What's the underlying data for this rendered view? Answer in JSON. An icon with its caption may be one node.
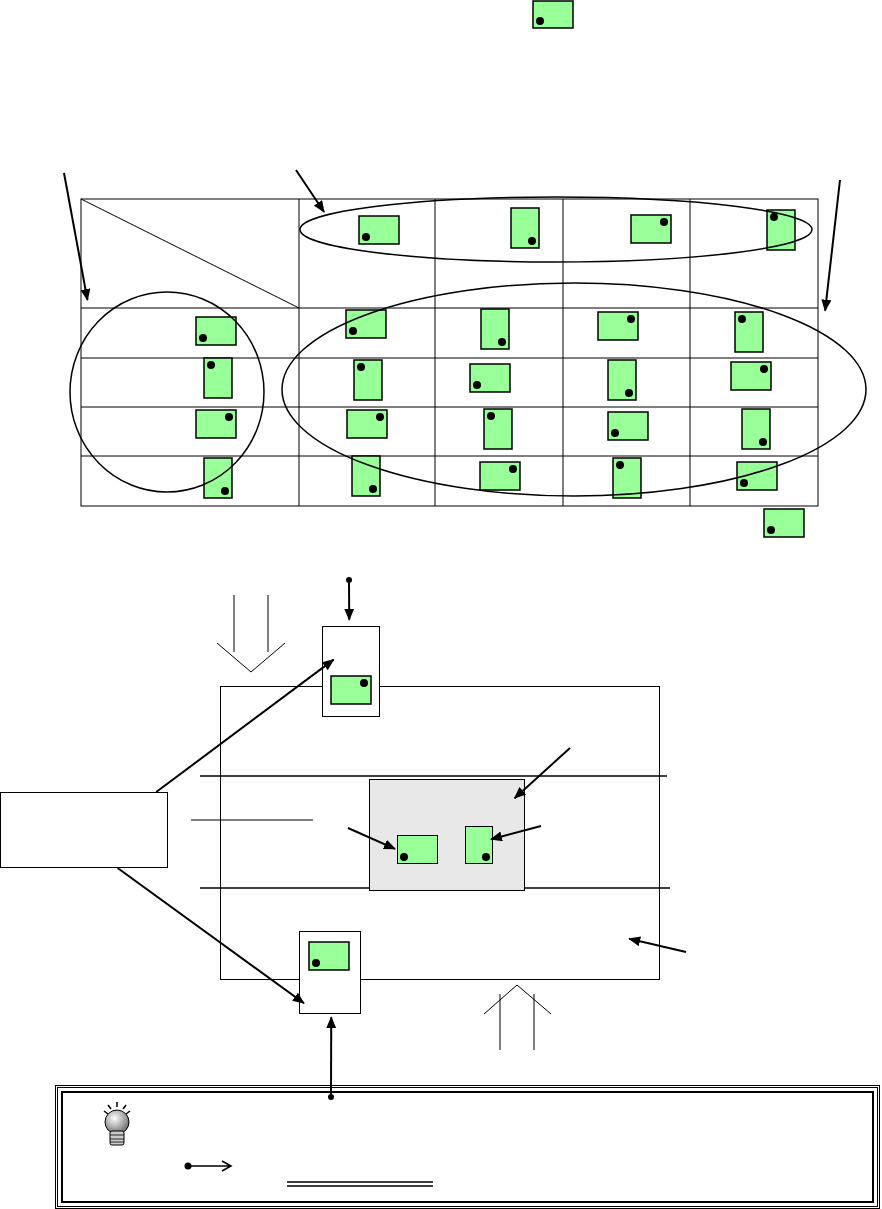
{
  "diagram": {
    "nodes": [
      {
        "text": [],
        "shape": "circle"
      },
      {
        "text": [],
        "shape": "ellipse"
      },
      {
        "text": [],
        "shape": "ellipse"
      },
      {
        "text": [],
        "shape": "box"
      },
      {
        "text": [],
        "shape": "box"
      },
      {
        "text": [],
        "shape": "box",
        "in": 3
      },
      {
        "text": [],
        "shape": "box",
        "in": 5
      },
      {
        "text": [],
        "shape": "box",
        "in": 5
      },
      {
        "text": [],
        "shape": "box"
      },
      {
        "text": [],
        "shape": "box"
      },
      {
        "text": [],
        "shape": "dot"
      },
      {
        "text": [],
        "shape": "dot"
      }
    ],
    "edges": [
      {
        "from": null,
        "to": 0,
        "arrow": "to"
      },
      {
        "from": null,
        "to": 1,
        "arrow": "to"
      },
      {
        "from": null,
        "to": 2,
        "arrow": "to"
      },
      {
        "from": 9,
        "to": 4,
        "arrow": "to"
      },
      {
        "from": 9,
        "to": 8,
        "arrow": "to"
      },
      {
        "from": 10,
        "to": 4,
        "arrow": "to"
      },
      {
        "from": 11,
        "to": 8,
        "arrow": "to"
      },
      {
        "from": null,
        "to": 5,
        "arrow": "to"
      },
      {
        "from": null,
        "to": 6,
        "arrow": "to"
      },
      {
        "from": null,
        "to": 7,
        "arrow": "to"
      },
      {
        "from": null,
        "to": 3,
        "arrow": "to"
      }
    ]
  }
}
